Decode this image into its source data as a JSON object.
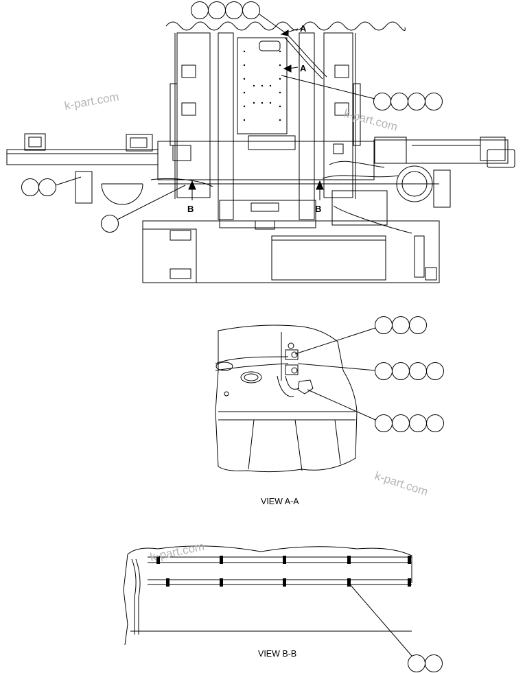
{
  "watermark": {
    "text": "k-part.com",
    "color": "#b4b4b4"
  },
  "views": {
    "main": {
      "section_marks": [
        {
          "letter": "A"
        },
        {
          "letter": "A"
        },
        {
          "letter": "B"
        },
        {
          "letter": "B"
        }
      ],
      "callout_groups": [
        {
          "circles": 4
        },
        {
          "circles": 4
        },
        {
          "circles": 2
        },
        {
          "circles": 1
        }
      ]
    },
    "a_a": {
      "caption": "VIEW A-A",
      "callout_groups": [
        {
          "circles": 3
        },
        {
          "circles": 4
        },
        {
          "circles": 4
        }
      ]
    },
    "b_b": {
      "caption": "VIEW B-B",
      "callout_groups": [
        {
          "circles": 2
        }
      ]
    }
  },
  "colors": {
    "line": "#000000",
    "background": "#ffffff"
  }
}
